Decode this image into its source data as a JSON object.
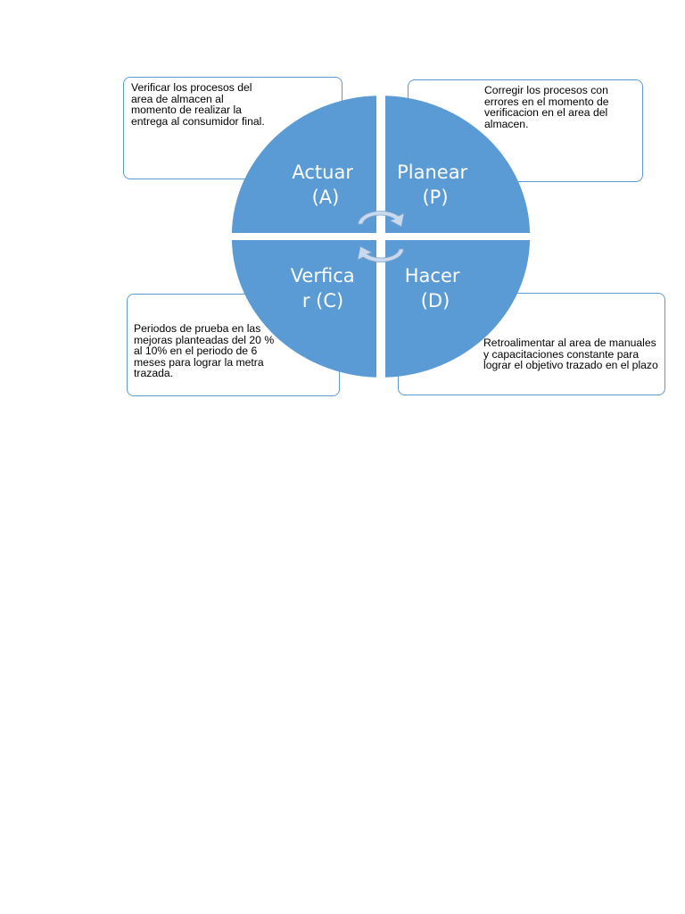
{
  "cycle": {
    "quadrants": [
      {
        "id": "A",
        "label_line1": "Actuar",
        "label_line2": "(A)"
      },
      {
        "id": "P",
        "label_line1": "Planear",
        "label_line2": "(P)"
      },
      {
        "id": "C",
        "label_line1": "Verfica",
        "label_line2": "r (C)"
      },
      {
        "id": "D",
        "label_line1": "Hacer",
        "label_line2": "(D)"
      }
    ],
    "fill_color": "#5b9bd5",
    "arrow_color": "#c9daee"
  },
  "notes": {
    "actuar": "Verificar los procesos del area de almacen al momento de realizar la entrega al consumidor final.",
    "planear": "Corregir los procesos con errores en el momento de verificacion en el area del almacen.",
    "verificar": "Periodos de prueba en las mejoras planteadas del 20 % al 10% en el periodo de 6 meses  para lograr la metra trazada.",
    "hacer": "Retroalimentar al area de manuales y capacitaciones constante para lograr el objetivo trazado en el plazo"
  },
  "border_color": "#5b9bd5"
}
